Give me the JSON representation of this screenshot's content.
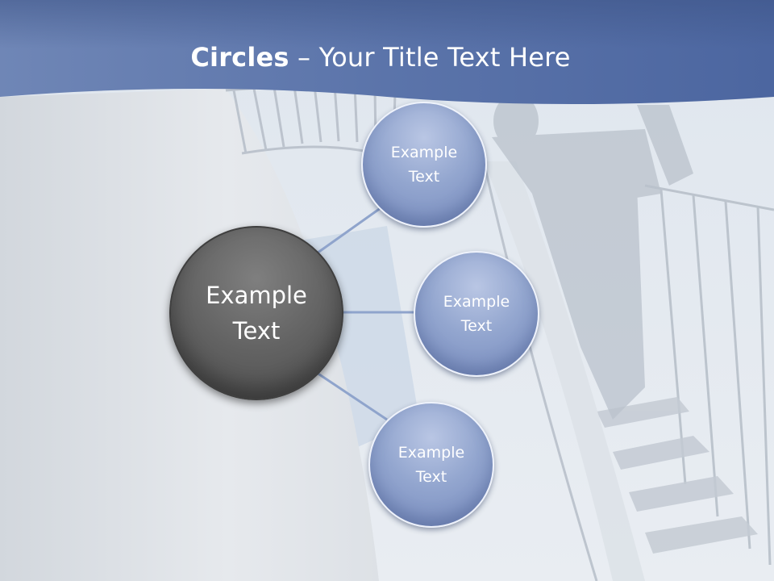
{
  "title": {
    "bold": "Circles",
    "rest": " – Your Title Text Here"
  },
  "diagram": {
    "center": {
      "label": "Example\nText"
    },
    "satellites": [
      {
        "label": "Example\nText"
      },
      {
        "label": "Example\nText"
      },
      {
        "label": "Example\nText"
      }
    ]
  },
  "colors": {
    "header": "#4a66a0",
    "center_fill": "#5e5e5e",
    "satellite_fill": "#8ea2cd",
    "connector": "#8fa4cc"
  }
}
